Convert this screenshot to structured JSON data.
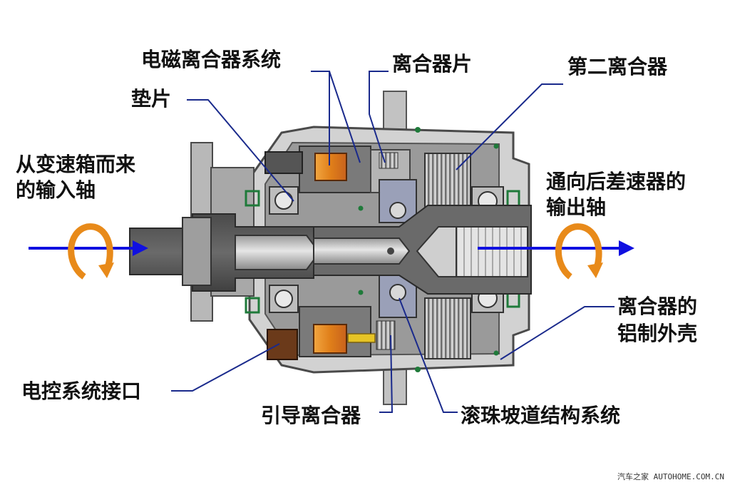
{
  "labels": {
    "em_clutch_system": "电磁离合器系统",
    "clutch_plate": "离合器片",
    "second_clutch": "第二离合器",
    "washer": "垫片",
    "input_shaft_line1": "从变速箱而来",
    "input_shaft_line2": "的输入轴",
    "output_shaft_line1": "通向后差速器的",
    "output_shaft_line2": "输出轴",
    "housing_line1": "离合器的",
    "housing_line2": "铝制外壳",
    "control_interface": "电控系统接口",
    "pilot_clutch": "引导离合器",
    "ball_ramp": "滚珠坡道结构系统"
  },
  "watermark": "汽车之家 AUTOHOME.COM.CN",
  "colors": {
    "leader": "#1a2a8c",
    "arrow": "#1010e0",
    "rotation": "#e88a1a",
    "coil": "#c8621c",
    "seal": "#1f7a3a",
    "metal_dark": "#5a5a5a",
    "metal_mid": "#8c8c8c",
    "metal_light": "#c8c8c8"
  }
}
